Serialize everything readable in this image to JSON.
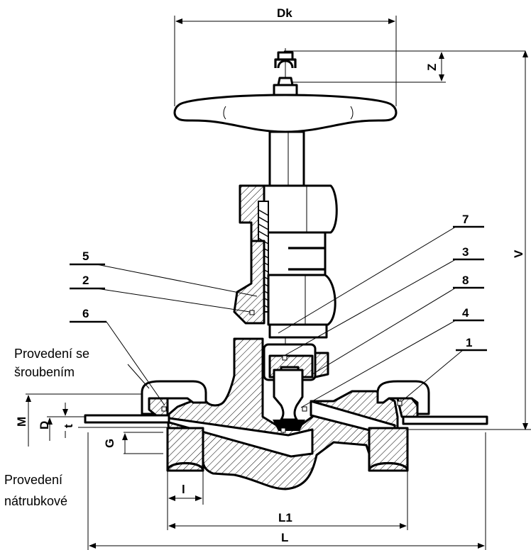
{
  "dimensions": {
    "Dk": "Dk",
    "Z": "Z",
    "V": "V",
    "M": "M",
    "D": "D",
    "t": "t",
    "G": "G",
    "l": "l",
    "L1": "L1",
    "L": "L"
  },
  "part_numbers": [
    "7",
    "3",
    "5",
    "2",
    "8",
    "6",
    "4",
    "1"
  ],
  "notes": {
    "screwed_line1": "Provedení se",
    "screwed_line2": "šroubením",
    "socket_line1": "Provedení",
    "socket_line2": "nátrubkové"
  }
}
